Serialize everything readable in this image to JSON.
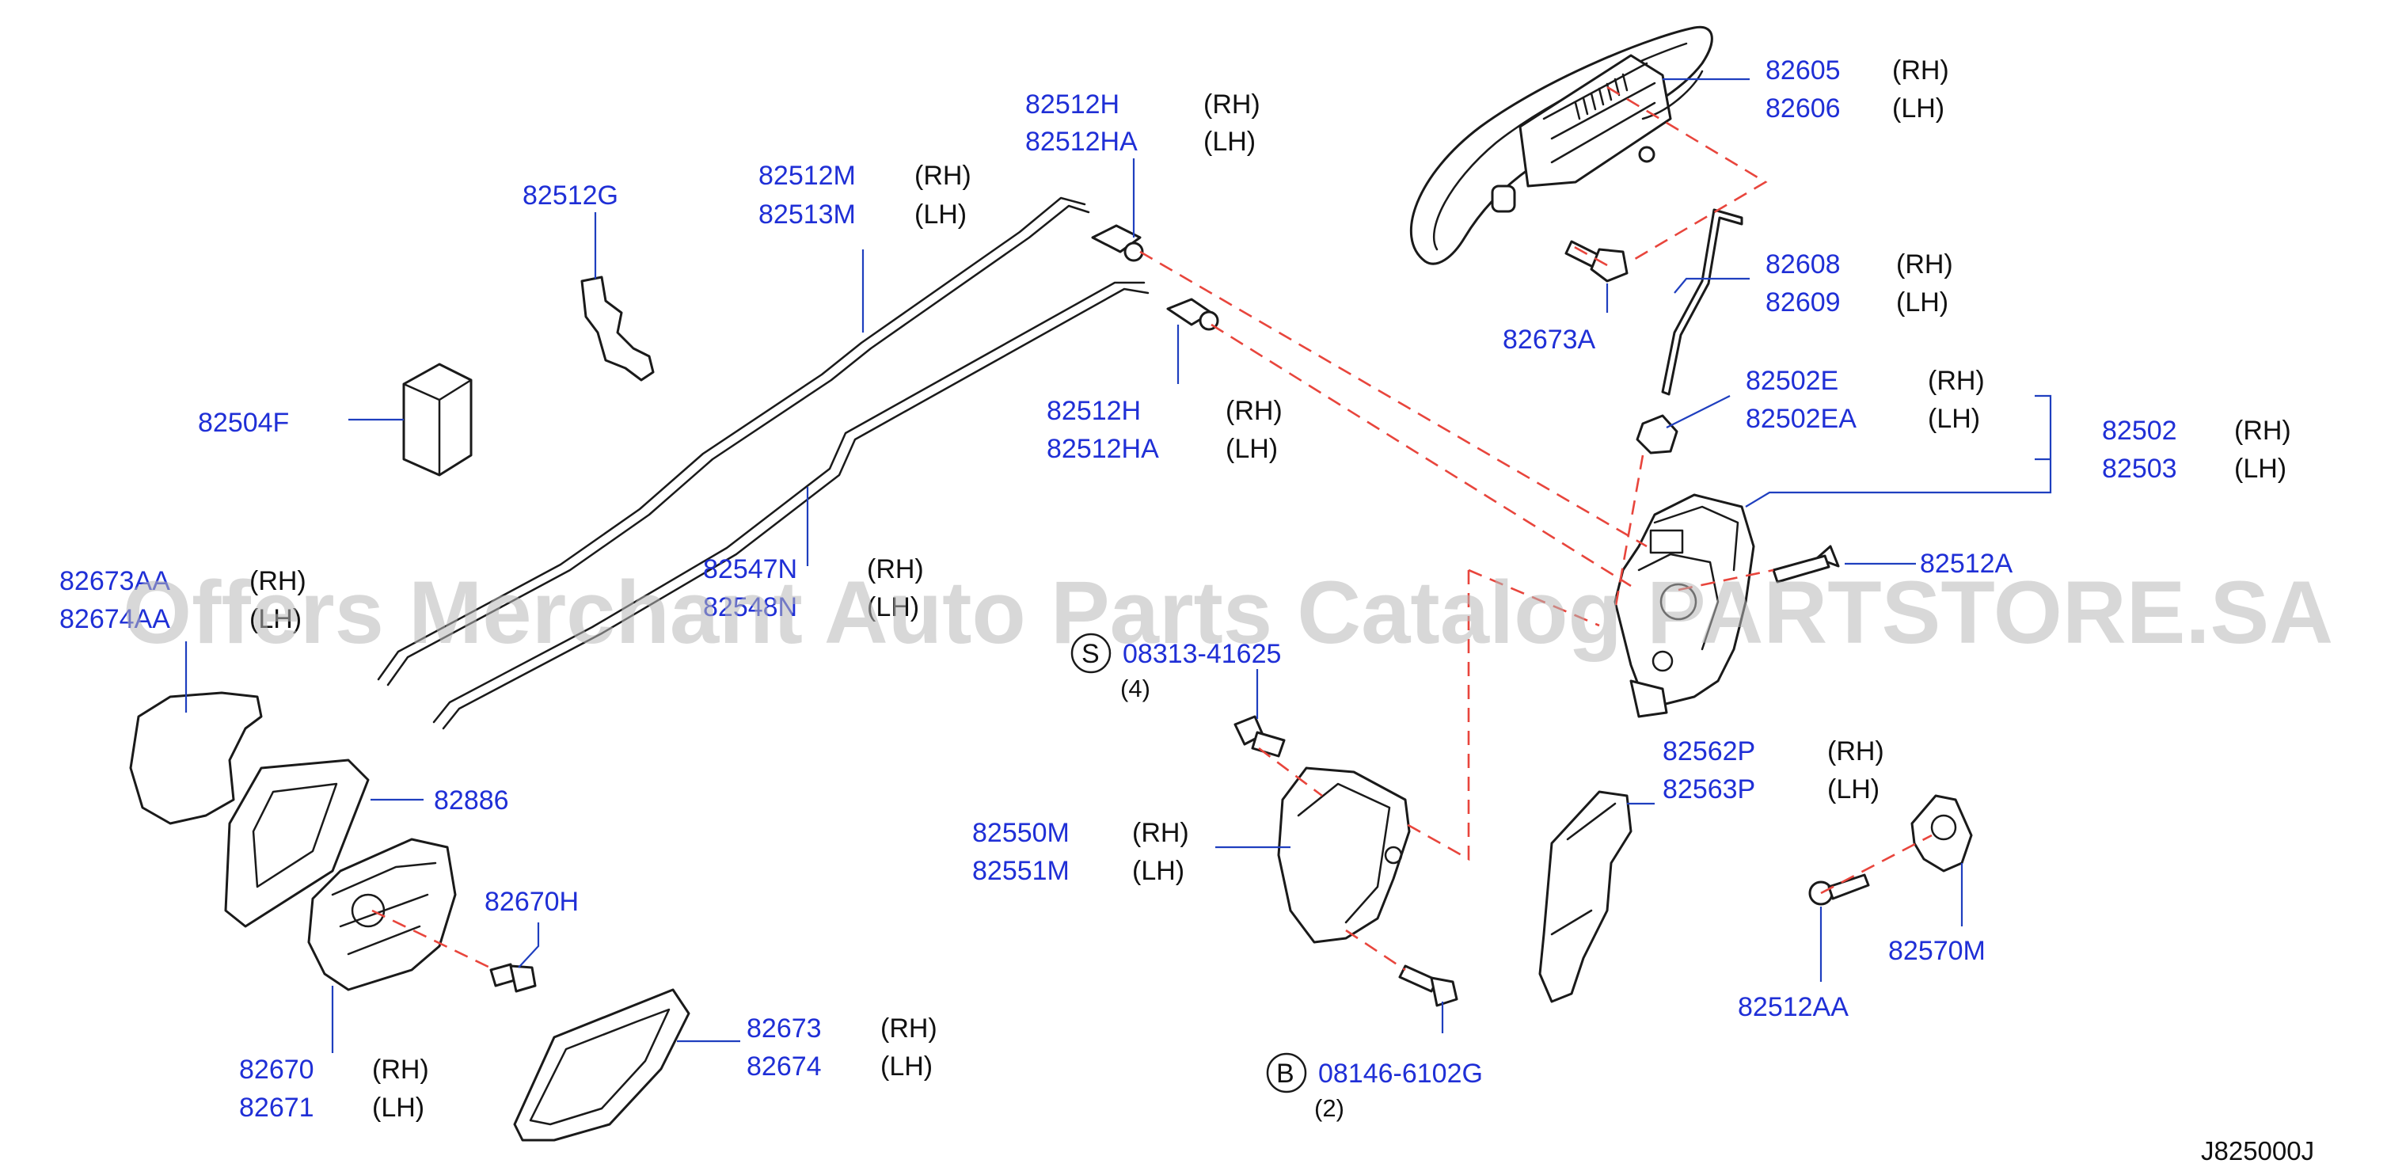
{
  "diagram_code": "J825000J",
  "watermark": "Offers Merchant Auto Parts Catalog PARTSTORE.SA",
  "parts": {
    "p82605": {
      "number": "82605",
      "side": "(RH)"
    },
    "p82606": {
      "number": "82606",
      "side": "(LH)"
    },
    "p82608": {
      "number": "82608",
      "side": "(RH)"
    },
    "p82609": {
      "number": "82609",
      "side": "(LH)"
    },
    "p82673A": {
      "number": "82673A"
    },
    "p82502E": {
      "number": "82502E",
      "side": "(RH)"
    },
    "p82502EA": {
      "number": "82502EA",
      "side": "(LH)"
    },
    "p82502": {
      "number": "82502",
      "side": "(RH)"
    },
    "p82503": {
      "number": "82503",
      "side": "(LH)"
    },
    "p82512A": {
      "number": "82512A"
    },
    "p82512H_top": {
      "number": "82512H",
      "side": "(RH)"
    },
    "p82512HA_top": {
      "number": "82512HA",
      "side": "(LH)"
    },
    "p82512M": {
      "number": "82512M",
      "side": "(RH)"
    },
    "p82513M": {
      "number": "82513M",
      "side": "(LH)"
    },
    "p82512G": {
      "number": "82512G"
    },
    "p82504F": {
      "number": "82504F"
    },
    "p82512H_mid": {
      "number": "82512H",
      "side": "(RH)"
    },
    "p82512HA_mid": {
      "number": "82512HA",
      "side": "(LH)"
    },
    "p82547N": {
      "number": "82547N",
      "side": "(RH)"
    },
    "p82548N": {
      "number": "82548N",
      "side": "(LH)"
    },
    "p82673AA": {
      "number": "82673AA",
      "side": "(RH)"
    },
    "p82674AA": {
      "number": "82674AA",
      "side": "(LH)"
    },
    "p08313": {
      "number": "08313-41625",
      "badge": "S",
      "qty": "(4)"
    },
    "p82886": {
      "number": "82886"
    },
    "p82550M": {
      "number": "82550M",
      "side": "(RH)"
    },
    "p82551M": {
      "number": "82551M",
      "side": "(LH)"
    },
    "p82562P": {
      "number": "82562P",
      "side": "(RH)"
    },
    "p82563P": {
      "number": "82563P",
      "side": "(LH)"
    },
    "p82670H": {
      "number": "82670H"
    },
    "p82570M": {
      "number": "82570M"
    },
    "p82512AA": {
      "number": "82512AA"
    },
    "p82673": {
      "number": "82673",
      "side": "(RH)"
    },
    "p82674": {
      "number": "82674",
      "side": "(LH)"
    },
    "p82670": {
      "number": "82670",
      "side": "(RH)"
    },
    "p82671": {
      "number": "82671",
      "side": "(LH)"
    },
    "p08146": {
      "number": "08146-6102G",
      "badge": "B",
      "qty": "(2)"
    }
  }
}
